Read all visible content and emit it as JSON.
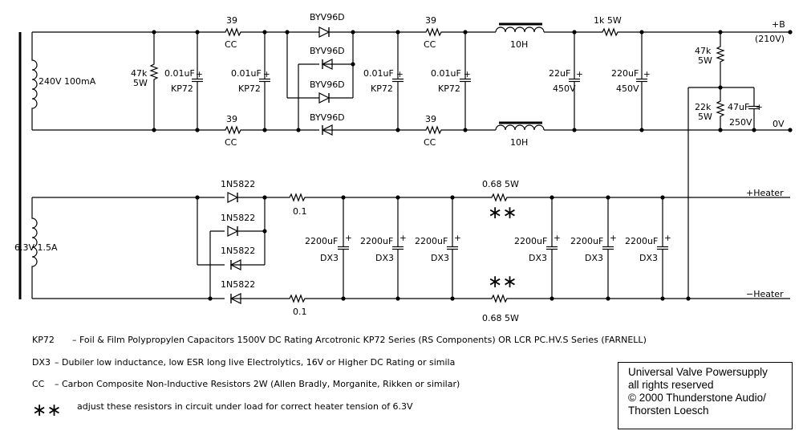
{
  "transformer": {
    "hv_secondary": "240V 100mA",
    "lv_secondary": "6.3V 1.5A"
  },
  "hv": {
    "bleeder_r": [
      "47k",
      "5W"
    ],
    "cap_top_left_1": [
      "0.01uF",
      "KP72"
    ],
    "cap_top_left_2": [
      "0.01uF",
      "KP72"
    ],
    "cap_top_right_1": [
      "0.01uF",
      "KP72"
    ],
    "cap_top_right_2": [
      "0.01uF",
      "KP72"
    ],
    "snubber_r_top_1": [
      "39",
      "CC"
    ],
    "snubber_r_bot_1": [
      "39",
      "CC"
    ],
    "snubber_r_top_2": [
      "39",
      "CC"
    ],
    "snubber_r_bot_2": [
      "39",
      "CC"
    ],
    "diodes": [
      "BYV96D",
      "BYV96D",
      "BYV96D",
      "BYV96D"
    ],
    "choke_top": "10H",
    "choke_bot": "10H",
    "cap_filter_1": [
      "22uF",
      "450V"
    ],
    "series_r": "1k 5W",
    "cap_filter_2": [
      "220uF",
      "450V"
    ],
    "divider_r_top": [
      "47k",
      "5W"
    ],
    "divider_r_bot": [
      "22k",
      "5W"
    ],
    "divider_cap": [
      "47uF",
      "250V"
    ],
    "out_plus": "+B",
    "out_plus_voltage": "(210V)",
    "out_zero": "0V"
  },
  "heater": {
    "diodes": [
      "1N5822",
      "1N5822",
      "1N5822",
      "1N5822"
    ],
    "r_top_1": "0.1",
    "r_bot_1": "0.1",
    "r_top_2": "0.68  5W",
    "r_bot_2": "0.68  5W",
    "adjust_mark": "∗∗",
    "caps": [
      [
        "2200uF",
        "DX3"
      ],
      [
        "2200uF",
        "DX3"
      ],
      [
        "2200uF",
        "DX3"
      ],
      [
        "2200uF",
        "DX3"
      ],
      [
        "2200uF",
        "DX3"
      ],
      [
        "2200uF",
        "DX3"
      ]
    ],
    "out_plus": "+Heater",
    "out_minus": "−Heater"
  },
  "notes": {
    "kp72_key": "KP72",
    "kp72_text": "–  Foil & Film Polypropylen Capacitors 1500V DC Rating Arcotronic KP72 Series (RS Components)   OR   LCR PC.HV.S Series (FARNELL)",
    "dx3_key": "DX3",
    "dx3_text": "–    Dubiler low inductance, low ESR long live Electrolytics, 16V or Higher DC Rating  or simila",
    "cc_key": "CC",
    "cc_text": "–    Carbon Composite Non-Inductive Resistors 2W (Allen Bradly, Morganite, Rikken or similar)",
    "star_key": "∗∗",
    "star_text": "adjust these resistors in circuit under load for correct heater tension of 6.3V"
  },
  "title_block": {
    "line1": "Universal Valve Powersupply",
    "line2": "all rights reserved",
    "line3": "© 2000 Thunderstone Audio/",
    "line4": "Thorsten Loesch"
  }
}
